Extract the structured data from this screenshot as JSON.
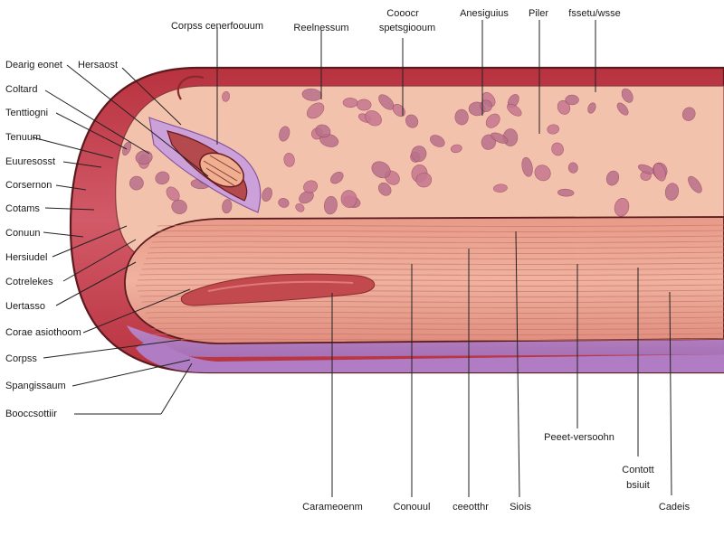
{
  "diagram": {
    "labels_top": [
      "Corpss cenerfoouum",
      "Reelnessum",
      "Cooocr",
      "spetsgiooum",
      "Anesiguius",
      "Piler",
      "fssetu/wsse"
    ],
    "labels_left": [
      "Dearig eonet",
      "Hersaost",
      "Coltard",
      "Tenttiogni",
      "Tenuum",
      "Euuresosst",
      "Corsernon",
      "Cotams",
      "Conuun",
      "Hersiudel",
      "Cotrelekes",
      "Uertasso",
      "Corae asiothoom",
      "Corpss",
      "Spangissaum",
      "Booccsottiir"
    ],
    "labels_bottom": [
      "Carameoenm",
      "Conouul",
      "ceeotthr",
      "Siois",
      "Peeet-versoohn",
      "Contott",
      "bsiuit",
      "Cadeis"
    ],
    "colors": {
      "outer_skin": "#c9485a",
      "spongy_fill": "#f3c2ac",
      "cavity": "#c77890",
      "striated": "#e9a28e",
      "sheath": "#b98ac9",
      "vessel": "#c24a4e",
      "outline": "#5a1a1e"
    }
  }
}
